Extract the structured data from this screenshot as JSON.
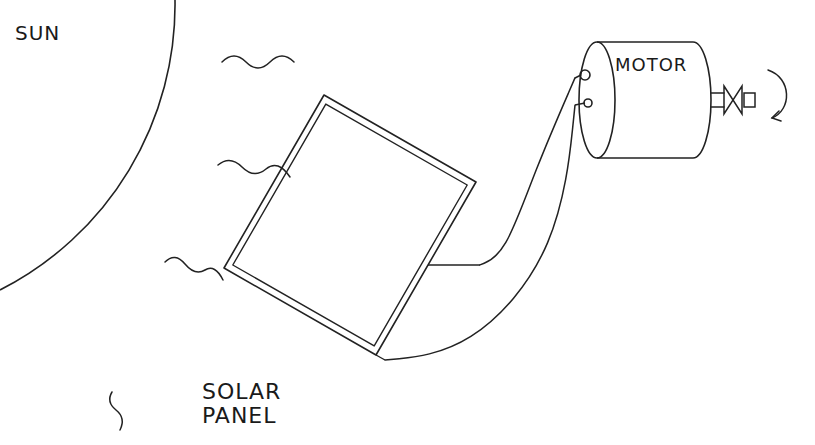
{
  "diagram": {
    "nodes": [
      {
        "text": [
          "SUN"
        ]
      },
      {
        "text": [
          "SOLAR PANEL"
        ]
      },
      {
        "text": [
          "MOTOR"
        ]
      }
    ],
    "edges": [
      {
        "from": 1,
        "to": 2,
        "arrow": "none"
      },
      {
        "from": 1,
        "to": 2,
        "arrow": "none"
      }
    ]
  }
}
